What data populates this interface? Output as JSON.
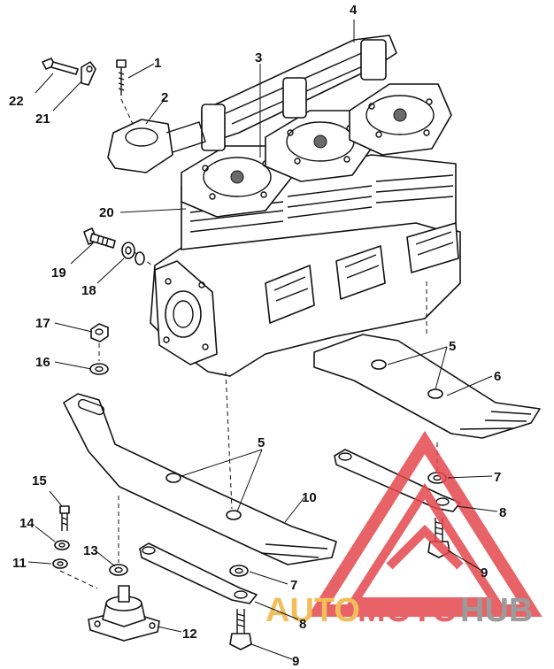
{
  "callouts": {
    "c1": "1",
    "c2": "2",
    "c3": "3",
    "c4": "4",
    "c5a": "5",
    "c5b": "5",
    "c6": "6",
    "c7a": "7",
    "c7b": "7",
    "c8a": "8",
    "c8b": "8",
    "c9a": "9",
    "c9b": "9",
    "c10": "10",
    "c11": "11",
    "c12": "12",
    "c13": "13",
    "c14": "14",
    "c15": "15",
    "c16": "16",
    "c17": "17",
    "c18": "18",
    "c19": "19",
    "c20": "20",
    "c21": "21",
    "c22": "22"
  },
  "watermark": {
    "auto": "AUTO",
    "moto": "MOTO",
    "hub": "HUB"
  },
  "colors": {
    "ink": "#111111",
    "watermark_red": "#e5484d",
    "watermark_orange": "#f2b33d",
    "watermark_gray": "#8a8a8a"
  }
}
